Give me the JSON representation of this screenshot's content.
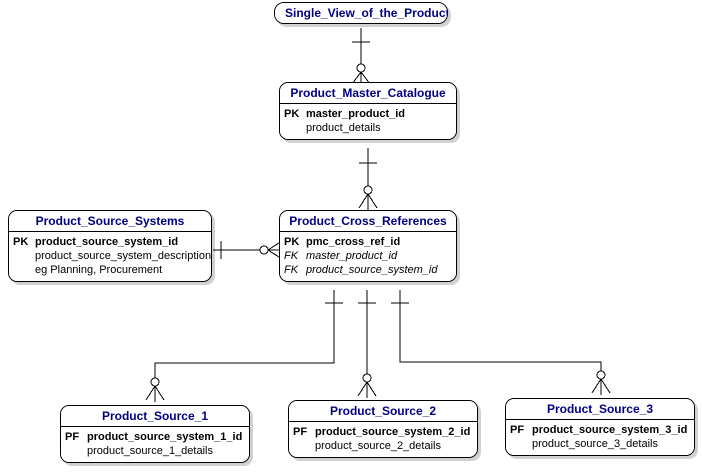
{
  "diagram": {
    "type": "entity-relationship-diagram",
    "notation": "crows-foot",
    "background_color": "#ffffff",
    "title_color": "#000080",
    "line_color": "#000000"
  },
  "entities": {
    "single_view": {
      "name": "Single_View_of_the_Product",
      "fields": []
    },
    "master_catalogue": {
      "name": "Product_Master_Catalogue",
      "fields": [
        {
          "key": "PK",
          "name": "master_product_id"
        },
        {
          "key": "",
          "name": "product_details"
        }
      ]
    },
    "cross_references": {
      "name": "Product_Cross_References",
      "fields": [
        {
          "key": "PK",
          "name": "pmc_cross_ref_id"
        },
        {
          "key": "FK",
          "name": "master_product_id"
        },
        {
          "key": "FK",
          "name": "product_source_system_id"
        }
      ]
    },
    "source_systems": {
      "name": "Product_Source_Systems",
      "fields": [
        {
          "key": "PK",
          "name": "product_source_system_id"
        },
        {
          "key": "",
          "name": "product_source_system_description"
        },
        {
          "key": "",
          "name": "eg Planning, Procurement"
        }
      ]
    },
    "product_source_1": {
      "name": "Product_Source_1",
      "fields": [
        {
          "key": "PF",
          "name": "product_source_system_1_id"
        },
        {
          "key": "",
          "name": "product_source_1_details"
        }
      ]
    },
    "product_source_2": {
      "name": "Product_Source_2",
      "fields": [
        {
          "key": "PF",
          "name": "product_source_system_2_id"
        },
        {
          "key": "",
          "name": "product_source_2_details"
        }
      ]
    },
    "product_source_3": {
      "name": "Product_Source_3",
      "fields": [
        {
          "key": "PF",
          "name": "product_source_system_3_id"
        },
        {
          "key": "",
          "name": "product_source_3_details"
        }
      ]
    }
  },
  "relationships": [
    {
      "from": "single_view",
      "to": "master_catalogue",
      "from_card": "one",
      "to_card": "zero-or-many"
    },
    {
      "from": "master_catalogue",
      "to": "cross_references",
      "from_card": "one",
      "to_card": "zero-or-many"
    },
    {
      "from": "source_systems",
      "to": "cross_references",
      "from_card": "one",
      "to_card": "zero-or-many"
    },
    {
      "from": "cross_references",
      "to": "product_source_1",
      "from_card": "one",
      "to_card": "zero-or-many"
    },
    {
      "from": "cross_references",
      "to": "product_source_2",
      "from_card": "one",
      "to_card": "zero-or-many"
    },
    {
      "from": "cross_references",
      "to": "product_source_3",
      "from_card": "one",
      "to_card": "zero-or-many"
    }
  ]
}
